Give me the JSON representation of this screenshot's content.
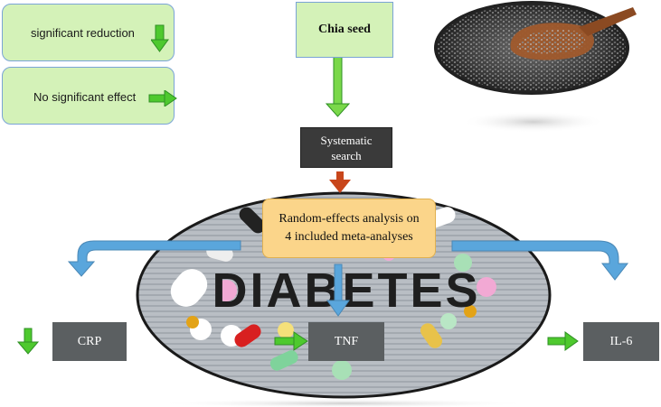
{
  "legend": {
    "reduction_label": "significant reduction",
    "reduction_icon": "down-arrow-icon",
    "no_effect_label": "No significant effect",
    "no_effect_icon": "right-arrow-icon"
  },
  "source": {
    "label": "Chia seed",
    "image": "chia-seed-spoon-photo"
  },
  "search": {
    "line1": "Systematic",
    "line2": "search"
  },
  "analysis": {
    "line1": "Random-effects analysis on",
    "line2": "4 included meta-analyses"
  },
  "background": {
    "image_text": "DIABETES"
  },
  "outcomes": [
    {
      "label": "CRP",
      "effect": "significant reduction"
    },
    {
      "label": "TNF",
      "effect": "No significant effect"
    },
    {
      "label": "IL-6",
      "effect": "No significant effect"
    }
  ],
  "colors": {
    "legend_green": "#d4f2b8",
    "arrow_green": "#4ec92e",
    "connector_blue": "#5aa6dc",
    "search_arrow": "#c8461b",
    "dark_box": "#3a3a3a",
    "orange_box": "#fbd58a"
  }
}
